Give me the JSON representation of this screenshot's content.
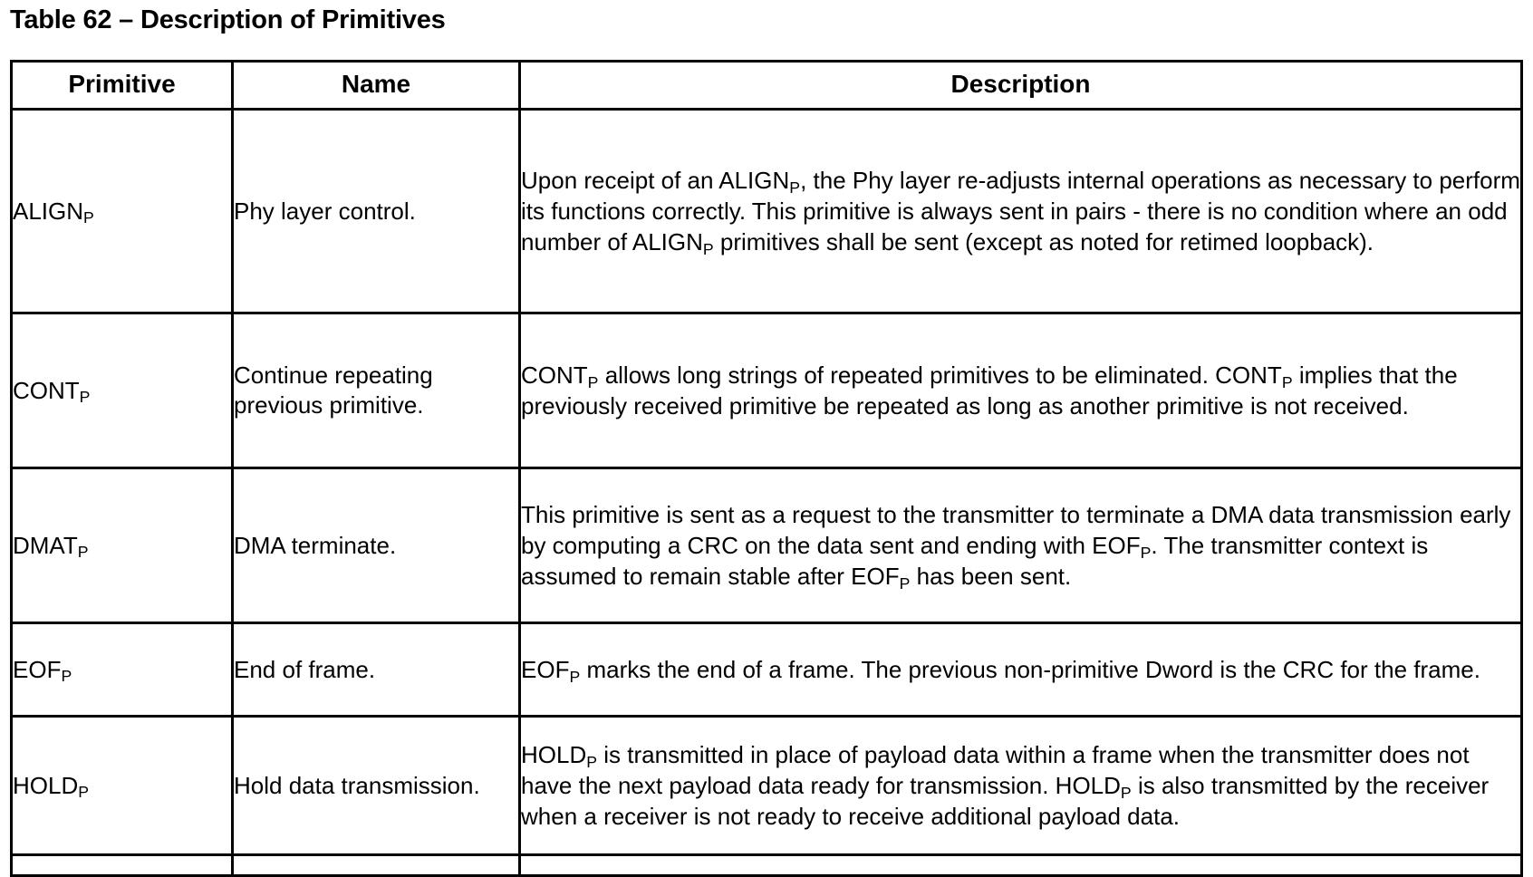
{
  "caption": "Table 62 – Description of Primitives",
  "table": {
    "headers": {
      "primitive": "Primitive",
      "name": "Name",
      "description": "Description"
    },
    "rows": [
      {
        "primitive": "ALIGN",
        "primitive_sub": "P",
        "name": "Phy layer control.",
        "description": "Upon receipt of an ALIGNP, the Phy layer re-adjusts internal operations as necessary to perform its functions correctly. This primitive is always sent in pairs - there is no condition where an odd number of ALIGNP primitives shall be sent (except as noted for retimed loopback)."
      },
      {
        "primitive": "CONT",
        "primitive_sub": "P",
        "name": "Continue repeating previous primitive.",
        "description": "CONTP allows long strings of repeated primitives to be eliminated. CONTP implies that the previously received primitive be repeated as long as another primitive is not received."
      },
      {
        "primitive": "DMAT",
        "primitive_sub": "P",
        "name": "DMA terminate.",
        "description": "This primitive is sent as a request to the transmitter to terminate a DMA data transmission early by computing a CRC on the data sent and ending with EOFP. The transmitter context is assumed to remain stable after EOFP has been sent."
      },
      {
        "primitive": "EOF",
        "primitive_sub": "P",
        "name": "End of frame.",
        "description": "EOFP marks the end of a frame. The previous non-primitive Dword is the CRC for the frame."
      },
      {
        "primitive": "HOLD",
        "primitive_sub": "P",
        "name": "Hold data transmission.",
        "description": "HOLDP is transmitted in place of payload data within a frame when the transmitter does not have the next payload data ready for transmission. HOLDP is also transmitted by the receiver when a receiver is not ready to receive additional payload data."
      }
    ]
  },
  "colors": {
    "border": "#000000",
    "text": "#000000",
    "background": "#ffffff"
  }
}
